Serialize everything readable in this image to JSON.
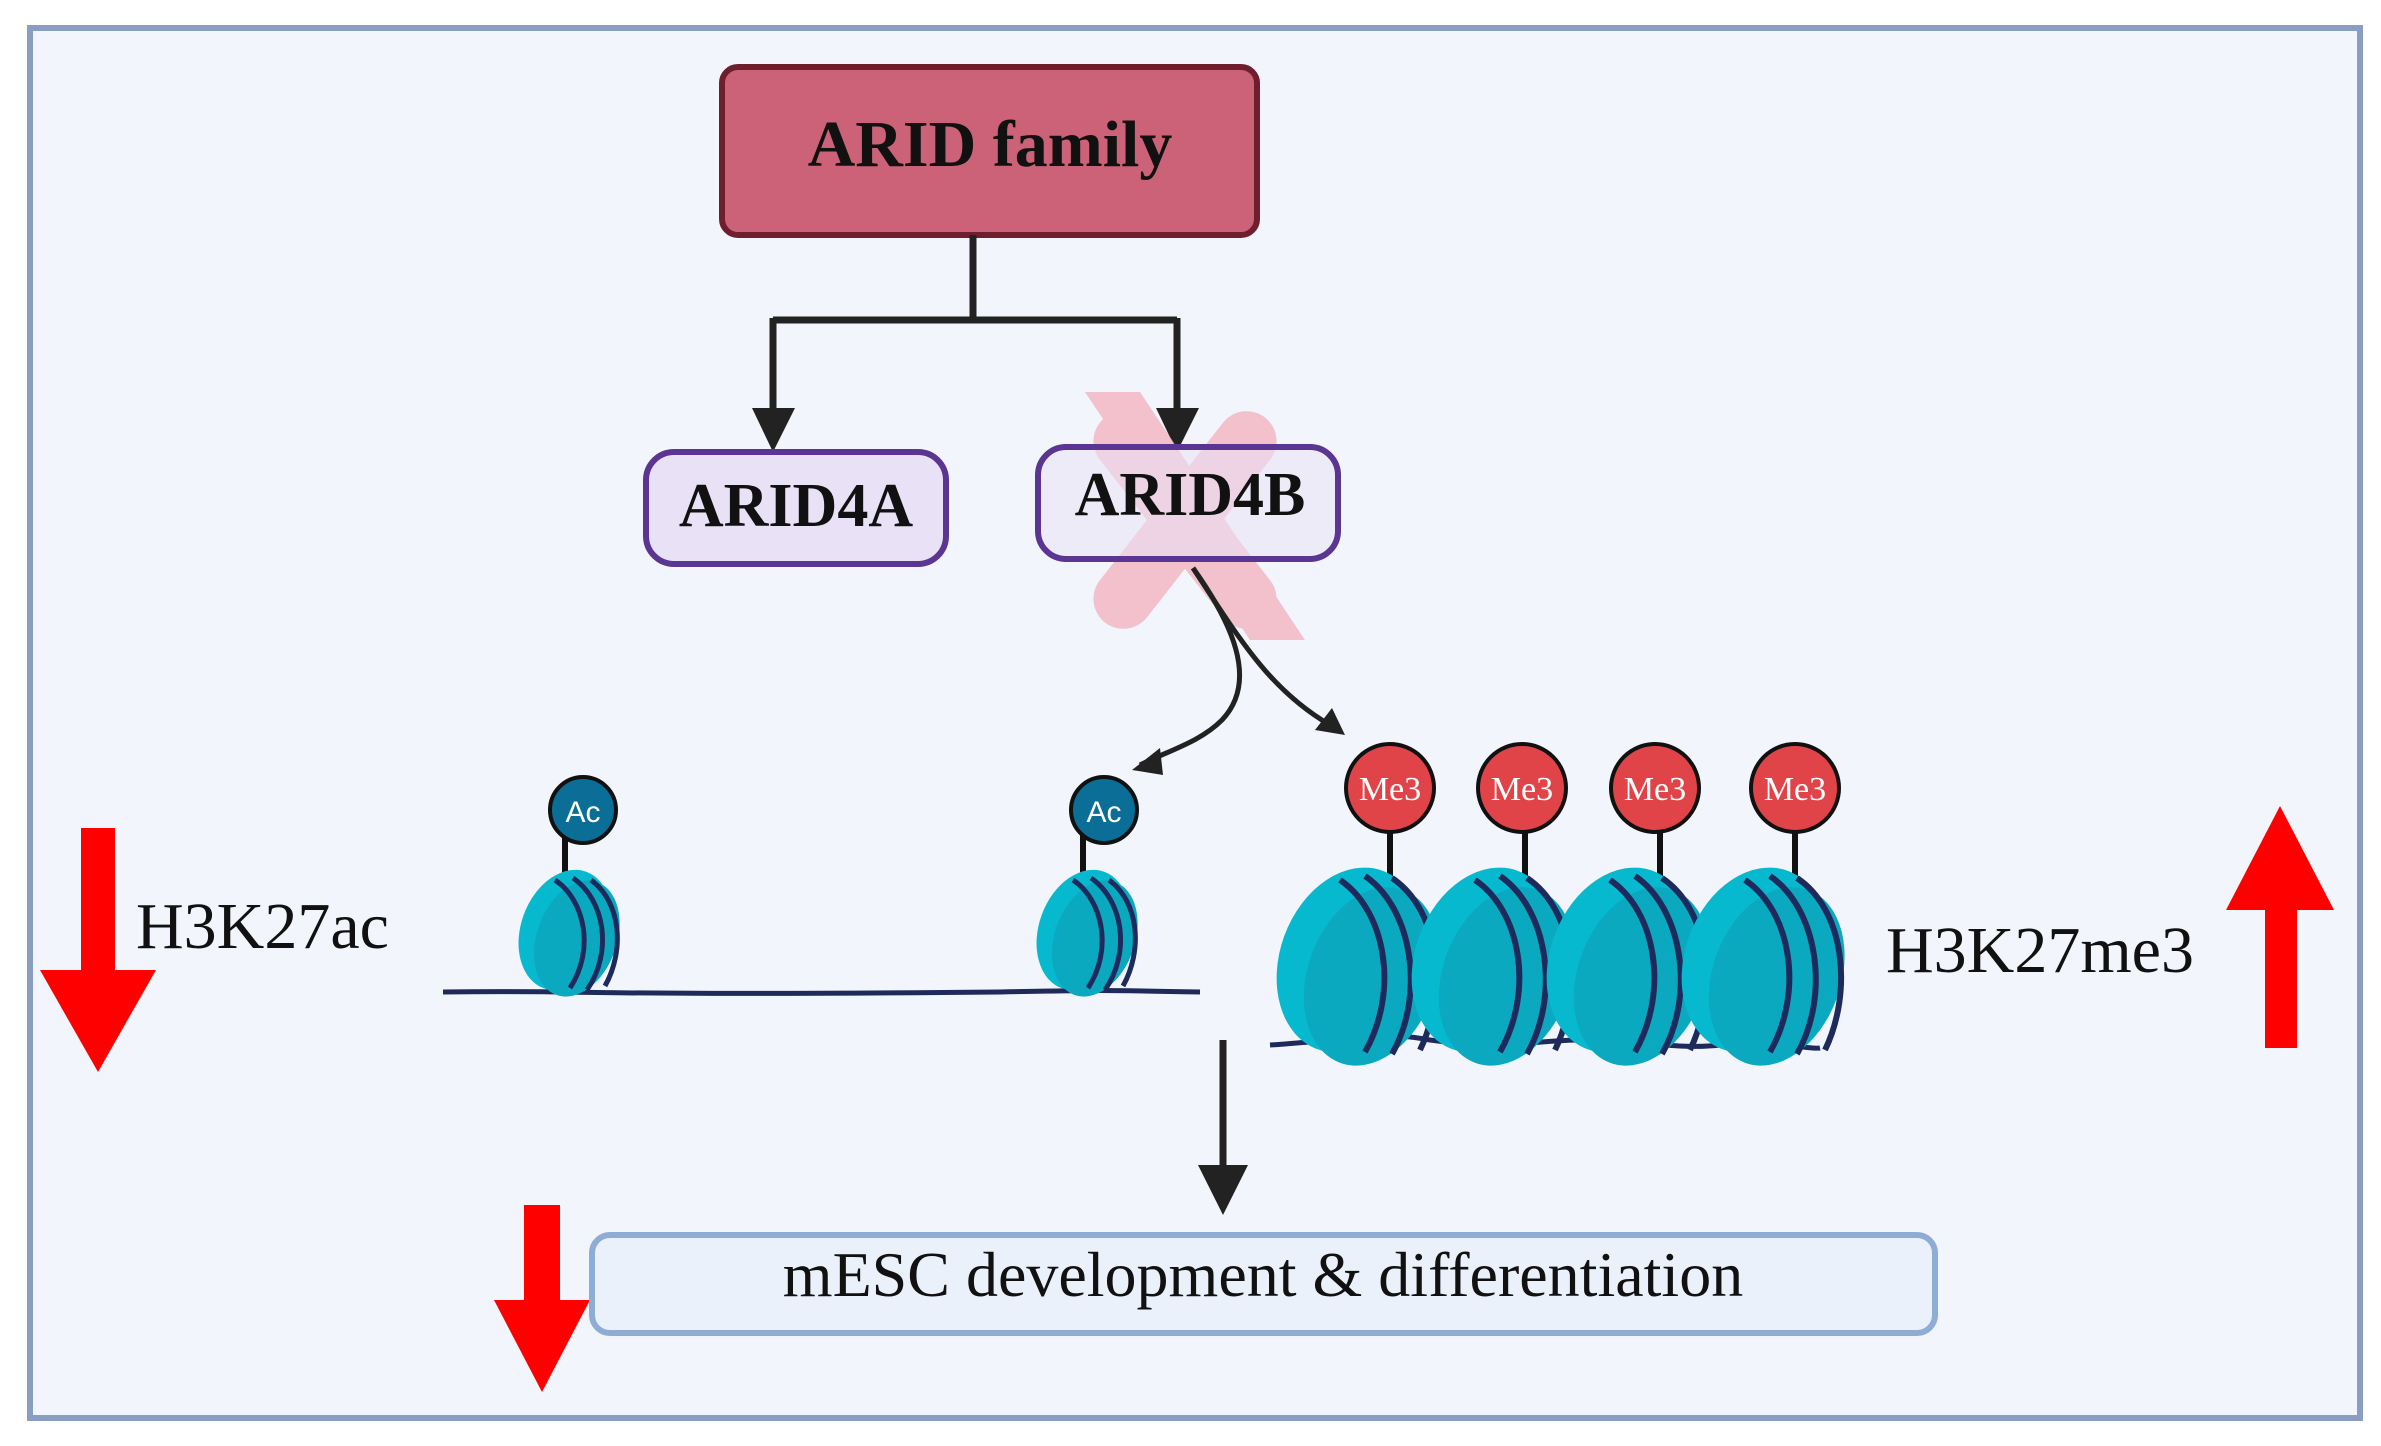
{
  "title": "ARID family",
  "members": {
    "left": "ARID4A",
    "right": "ARID4B"
  },
  "marks": {
    "ac": "Ac",
    "me3": "Me3"
  },
  "side_labels": {
    "left": "H3K27ac",
    "right": "H3K27me3"
  },
  "outcome": "mESC development & differentiation",
  "colors": {
    "background": "#f2f5fb",
    "frame": "#8a9ec4",
    "title_fill": "#cc6277",
    "title_stroke": "#6e1e2c",
    "member_fill": "#e9e2f6",
    "member_stroke": "#5a3592",
    "knockout_x": "#f2b8c4",
    "nucleosome": "#07b9cf",
    "nucleosome_dark": "#0a8ea6",
    "dna": "#1e2a5c",
    "ac_fill": "#0b6e97",
    "me3_fill": "#e04448",
    "red_arrow": "#ff0000",
    "outcome_fill": "#eaf1fa",
    "outcome_stroke": "#8fadd4"
  },
  "icons": [
    "knockout-x-icon",
    "nucleosome-icon",
    "acetyl-mark-icon",
    "trimethyl-mark-icon",
    "red-down-arrow-icon",
    "red-up-arrow-icon"
  ]
}
